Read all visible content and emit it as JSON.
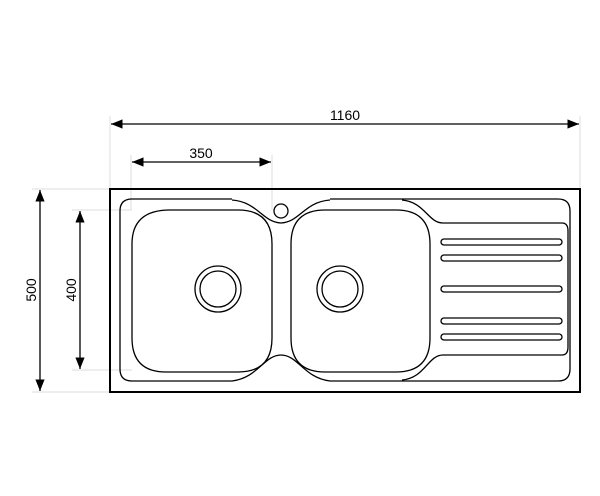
{
  "title": "Double bowl sink with drainer - dimensions",
  "dimensions": {
    "overall_width": "1160",
    "bowl_width": "350",
    "overall_depth": "500",
    "bowl_depth": "400"
  },
  "colors": {
    "line": "#000000",
    "extension_line": "#dddddd"
  }
}
